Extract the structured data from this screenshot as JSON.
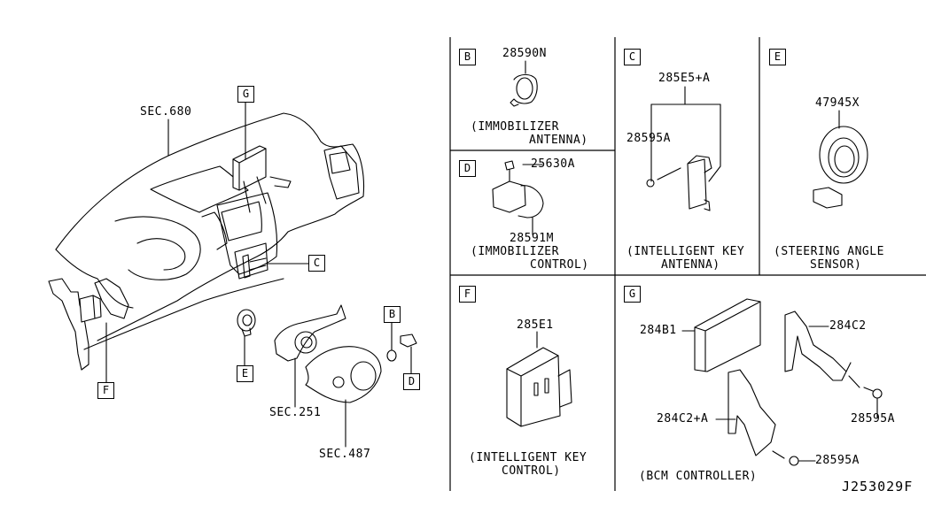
{
  "diagram": {
    "drawing_id": "J253029F",
    "overview": {
      "section_refs": [
        "SEC.680",
        "SEC.251",
        "SEC.487"
      ],
      "callouts": [
        "G",
        "C",
        "F",
        "E",
        "B",
        "D"
      ]
    },
    "panels": [
      {
        "id": "B",
        "parts": [
          "28590N"
        ],
        "caption": [
          "(IMMOBILIZER",
          "ANTENNA)"
        ]
      },
      {
        "id": "D",
        "parts": [
          "25630A",
          "28591M"
        ],
        "caption": [
          "(IMMOBILIZER",
          "CONTROL)"
        ]
      },
      {
        "id": "C",
        "parts": [
          "285E5+A",
          "28595A"
        ],
        "caption": [
          "(INTELLIGENT KEY",
          "ANTENNA)"
        ]
      },
      {
        "id": "E",
        "parts": [
          "47945X"
        ],
        "caption": [
          "(STEERING ANGLE",
          "SENSOR)"
        ]
      },
      {
        "id": "F",
        "parts": [
          "285E1"
        ],
        "caption": [
          "(INTELLIGENT KEY",
          "CONTROL)"
        ]
      },
      {
        "id": "G",
        "parts": [
          "284B1",
          "284C2",
          "284C2+A",
          "28595A",
          "28595A"
        ],
        "caption": [
          "(BCM CONTROLLER)"
        ]
      }
    ]
  }
}
